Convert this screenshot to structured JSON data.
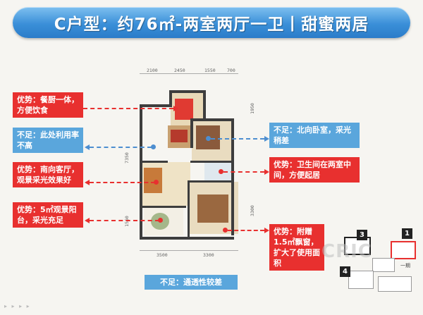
{
  "title": "C户型：约76㎡-两室两厅一卫丨甜蜜两居",
  "dimensions": {
    "top": [
      "2100",
      "2450",
      "1550",
      "700"
    ],
    "bottom": [
      "3500",
      "3300"
    ],
    "left": [
      "7350",
      "1560"
    ],
    "right": [
      "1950",
      "3300"
    ]
  },
  "notes_left": [
    {
      "text": "优势：餐厨一体，方便饮食",
      "kind": "advantage"
    },
    {
      "text": "不足：此处利用率不高",
      "kind": "shortcoming"
    },
    {
      "text": "优势：南向客厅，观景采光效果好",
      "kind": "advantage"
    },
    {
      "text": "优势：5㎡观景阳台，采光充足",
      "kind": "advantage"
    }
  ],
  "notes_right": [
    {
      "text": "不足：北向卧室，采光稍差",
      "kind": "shortcoming"
    },
    {
      "text": "优势：卫生间在两室中间，方便起居",
      "kind": "advantage"
    },
    {
      "text": "优势：附赠1.5㎡飘窗，扩大了使用面积",
      "kind": "advantage"
    }
  ],
  "note_bottom": {
    "text": "不足：通透性较差",
    "kind": "shortcoming"
  },
  "sitemap": {
    "badges": [
      "3",
      "1",
      "4"
    ],
    "label": "一期",
    "watermark": "CRIC"
  },
  "colors": {
    "banner": "#3a8fd8",
    "advantage": "#e8302f",
    "shortcoming": "#5aa6dc"
  }
}
